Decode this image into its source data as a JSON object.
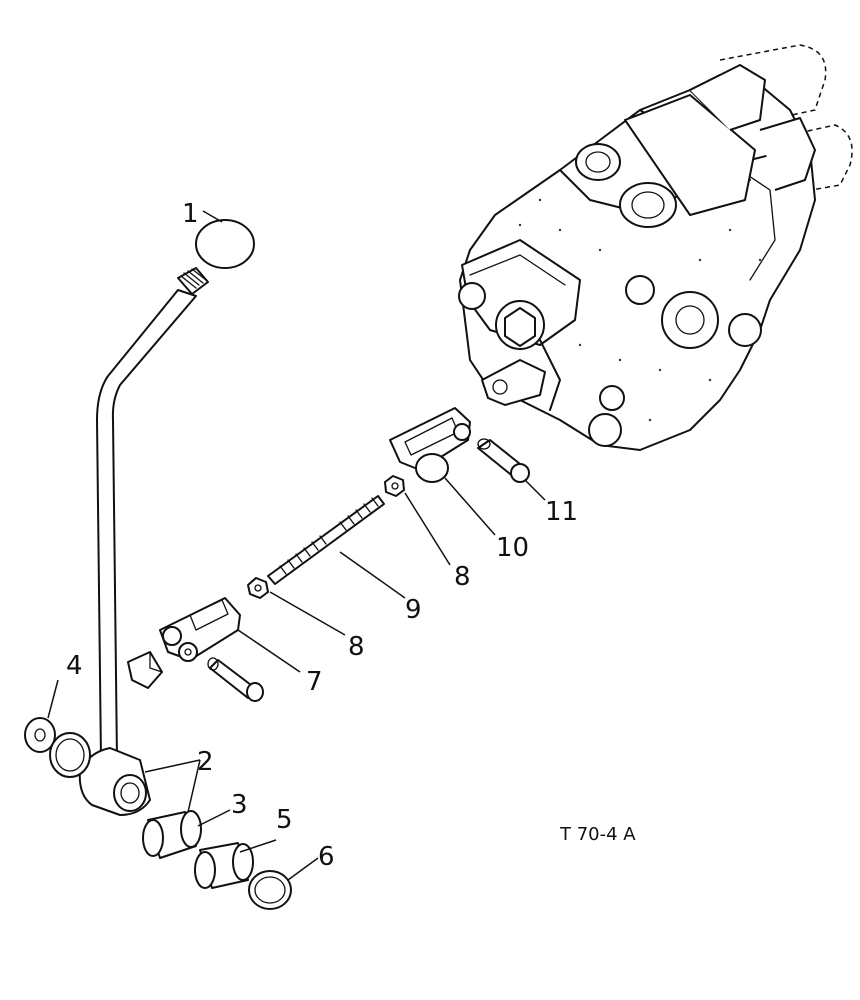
{
  "figure": {
    "reference_code": "T 70-4 A"
  },
  "callouts": [
    {
      "id": "c1",
      "label": "1"
    },
    {
      "id": "c2",
      "label": "2"
    },
    {
      "id": "c3",
      "label": "3"
    },
    {
      "id": "c4",
      "label": "4"
    },
    {
      "id": "c5",
      "label": "5"
    },
    {
      "id": "c6",
      "label": "6"
    },
    {
      "id": "c7",
      "label": "7"
    },
    {
      "id": "c8a",
      "label": "8"
    },
    {
      "id": "c8b",
      "label": "8"
    },
    {
      "id": "c9",
      "label": "9"
    },
    {
      "id": "c10",
      "label": "10"
    },
    {
      "id": "c11",
      "label": "11"
    }
  ]
}
